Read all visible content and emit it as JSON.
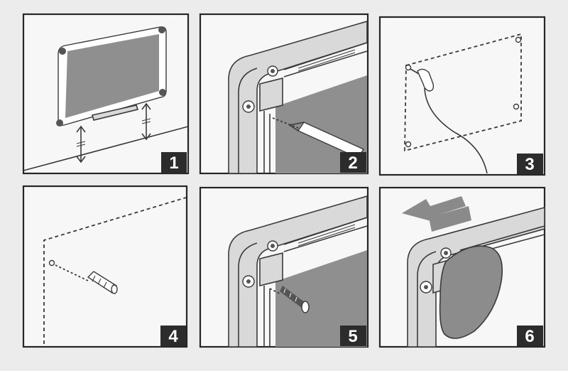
{
  "steps": [
    {
      "number": "1"
    },
    {
      "number": "2"
    },
    {
      "number": "3"
    },
    {
      "number": "4"
    },
    {
      "number": "5"
    },
    {
      "number": "6"
    }
  ],
  "colors": {
    "panel_border": "#262626",
    "panel_fill": "#f7f7f7",
    "board_fill": "#8f8f8f",
    "badge_fill": "#2c2c2c",
    "badge_text": "#ffffff"
  }
}
